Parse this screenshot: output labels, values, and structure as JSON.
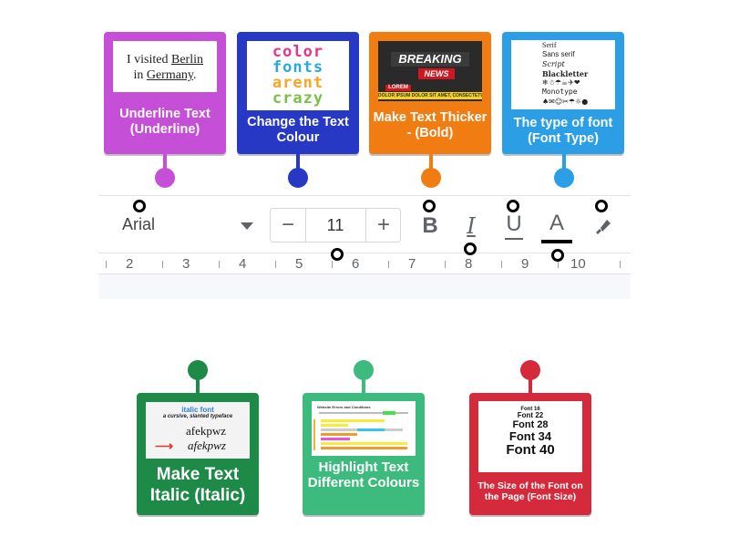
{
  "cards_top": [
    {
      "id": "underline",
      "caption": "Underline Text (Underline)",
      "color": "#c54fd6",
      "pic": {
        "line1_pre": "I visited ",
        "line1_u": "Berlin",
        "line2_pre": "in ",
        "line2_u": "Germany",
        "line2_post": "."
      }
    },
    {
      "id": "colour",
      "caption": "Change the Text Colour",
      "color": "#2638c4",
      "pic": {
        "words": [
          "color",
          "fonts",
          "arent",
          "crazy"
        ]
      }
    },
    {
      "id": "bold",
      "caption": "Make Text Thicker - (Bold)",
      "color": "#f07c12",
      "pic": {
        "top": "BREAKING",
        "bottom": "NEWS",
        "tag": "LOREM",
        "ticker": "DOLOR IPSUM DOLOR SIT AMET, CONSECTETUR ADIPISCING"
      }
    },
    {
      "id": "fonttype",
      "caption": "The type of font (Font Type)",
      "color": "#2c9ee6",
      "pic": {
        "lines": [
          "Serif",
          "Sans serif",
          "Script",
          "Blackletter",
          "❄☃☂☕✈❤",
          "Monotype",
          "♠✉☺✂☂☼●"
        ]
      }
    }
  ],
  "cards_bottom": [
    {
      "id": "italic",
      "caption": "Make Text Italic (Italic)",
      "color": "#1e8a47",
      "pic": {
        "title": "italic font",
        "subtitle": "a cursive, slanted typeface",
        "sample1": "afekpwz",
        "sample2": "afekpwz"
      }
    },
    {
      "id": "highlight",
      "caption": "Highlight Text Different Colours",
      "color": "#3dba7e",
      "pic": {
        "heading": "Website Errors and Conditions"
      }
    },
    {
      "id": "fontsize",
      "caption": "The Size of the Font on the Page (Font Size)",
      "color": "#d42a3b",
      "pic": {
        "lines": [
          "Font 16",
          "Font 22",
          "Font 28",
          "Font 34",
          "Font 40"
        ]
      }
    }
  ],
  "toolbar": {
    "font_name": "Arial",
    "font_size": "11",
    "minus": "−",
    "plus": "+",
    "bold": "B",
    "italic": "I",
    "underline": "U",
    "text_color": "A"
  },
  "ruler": [
    "2",
    "3",
    "4",
    "5",
    "6",
    "7",
    "8",
    "9",
    "10"
  ]
}
